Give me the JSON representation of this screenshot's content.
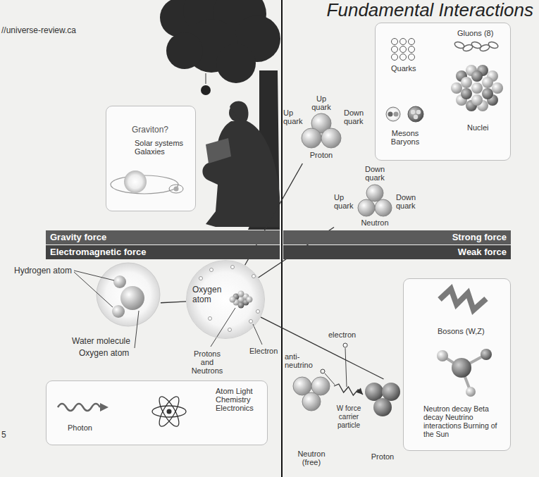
{
  "diagram": {
    "title": "Fundamental Interactions",
    "nodes": [
      {
        "text": [
          "Graviton?",
          "Solar systems Galaxies"
        ]
      },
      {
        "text": [
          "Up quark",
          "Up quark",
          "Down quark",
          "Proton"
        ]
      },
      {
        "text": [
          "Gluons (8)",
          "Quarks",
          "Mesons Baryons",
          "Nuclei"
        ]
      },
      {
        "text": [
          "Down quark",
          "Up quark",
          "Down quark",
          "Neutron"
        ]
      },
      {
        "text": [
          "Gravity force"
        ]
      },
      {
        "text": [
          "Strong force"
        ]
      },
      {
        "text": [
          "Electromagnetic force"
        ]
      },
      {
        "text": [
          "Weak force"
        ]
      },
      {
        "text": [
          "Water molecule"
        ]
      },
      {
        "text": [
          "Oxygen atom"
        ]
      },
      {
        "text": [
          "Bosons (W,Z)",
          "Neutron decay Beta decay Neutrino interactions Burning of the Sun"
        ]
      },
      {
        "text": [
          "Neutron (free)"
        ]
      },
      {
        "text": [
          "Proton"
        ]
      },
      {
        "text": [
          "Photon",
          "Atom Light Chemistry Electronics"
        ]
      }
    ],
    "edges": [
      {
        "from": 9,
        "to": 1,
        "arrow": "none"
      },
      {
        "from": 9,
        "to": 3,
        "arrow": "none"
      },
      {
        "from": 9,
        "to": 8,
        "arrow": "none"
      },
      {
        "from": 9,
        "to": 12,
        "arrow": "none"
      },
      {
        "from": 11,
        "to": 12,
        "arrow": "to",
        "label": "W force carrier particle"
      }
    ],
    "labels": [
      "//universe-review.ca",
      "Hydrogen atom",
      "Oxygen atom",
      "Protons and Neutrons",
      "Electron",
      "anti-neutrino",
      "electron",
      "5"
    ]
  }
}
